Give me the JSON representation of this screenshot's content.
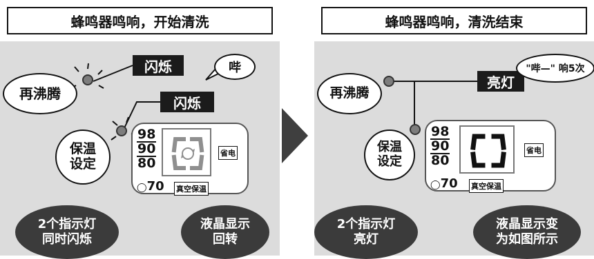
{
  "left": {
    "title": "蜂鸣器鸣响，开始清洗",
    "blink_label_1": "闪烁",
    "blink_label_2": "闪烁",
    "bubble": "哔",
    "button_reboil": "再沸腾",
    "button_keepwarm_1": "保温",
    "button_keepwarm_2": "设定",
    "temps": [
      "98",
      "90",
      "80"
    ],
    "eco": "省电",
    "level": "70",
    "vacuum": "真空保温",
    "oval_1_line1": "2个指示灯",
    "oval_1_line2": "同时闪烁",
    "oval_2_line1": "液晶显示",
    "oval_2_line2": "回转"
  },
  "right": {
    "title": "蜂鸣器鸣响，清洗结束",
    "light_label": "亮灯",
    "bubble": "\"哔—\" 响5次",
    "button_reboil": "再沸腾",
    "button_keepwarm_1": "保温",
    "button_keepwarm_2": "设定",
    "temps": [
      "98",
      "90",
      "80"
    ],
    "eco": "省电",
    "level": "70",
    "vacuum": "真空保温",
    "oval_1_line1": "2个指示灯",
    "oval_1_line2": "亮灯",
    "oval_2_line1": "液晶显示变",
    "oval_2_line2": "为如图所示"
  },
  "colors": {
    "panel_bg": "#dcdcdc",
    "label_bg": "#1b1b1b",
    "oval_bg": "#3b3b3b",
    "arrow": "#3f3f3f",
    "rotate_symbol": "#8f8f8f"
  }
}
